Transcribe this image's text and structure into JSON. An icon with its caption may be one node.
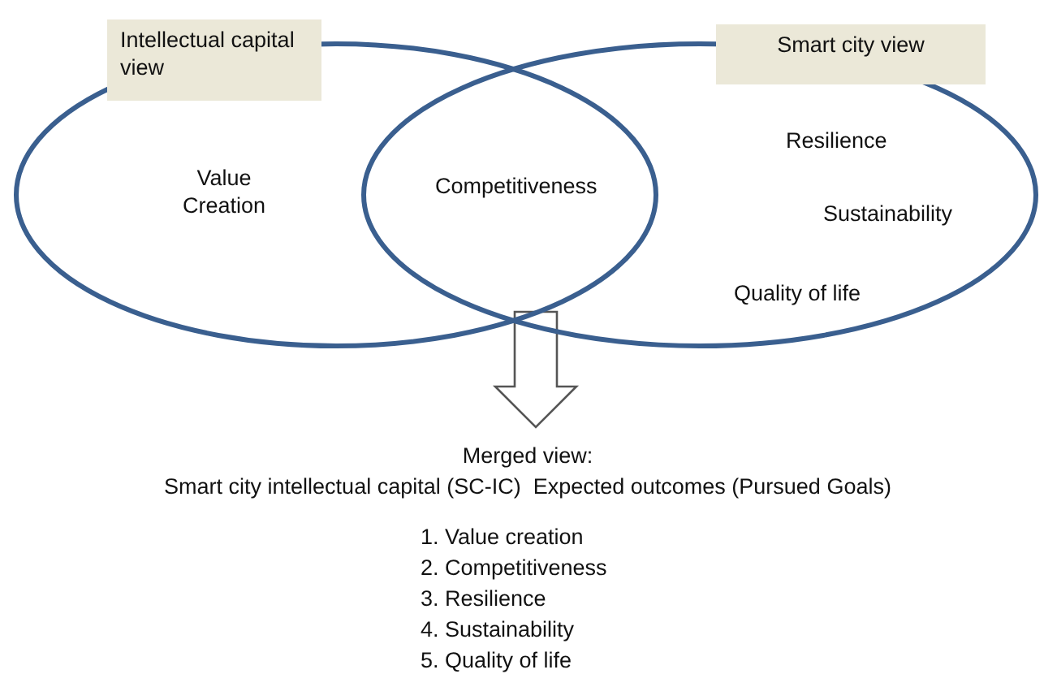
{
  "diagram": {
    "nodes": [
      {
        "text": [
          "Intellectual capital view",
          "Value Creation"
        ]
      },
      {
        "text": [
          "Smart city view",
          "Resilience",
          "Sustainability",
          "Quality of life"
        ]
      },
      {
        "text": [
          "Merged view:",
          "Smart city intellectual capital (SC-IC)  Expected outcomes (Pursued Goals)",
          "1. Value creation",
          "2. Competitiveness",
          "3. Resilience",
          "4. Sustainability",
          "5. Quality of life"
        ]
      }
    ],
    "edges": [
      {
        "from": null,
        "to": 2,
        "arrow": "to"
      }
    ],
    "labels": [
      "Competitiveness"
    ]
  }
}
